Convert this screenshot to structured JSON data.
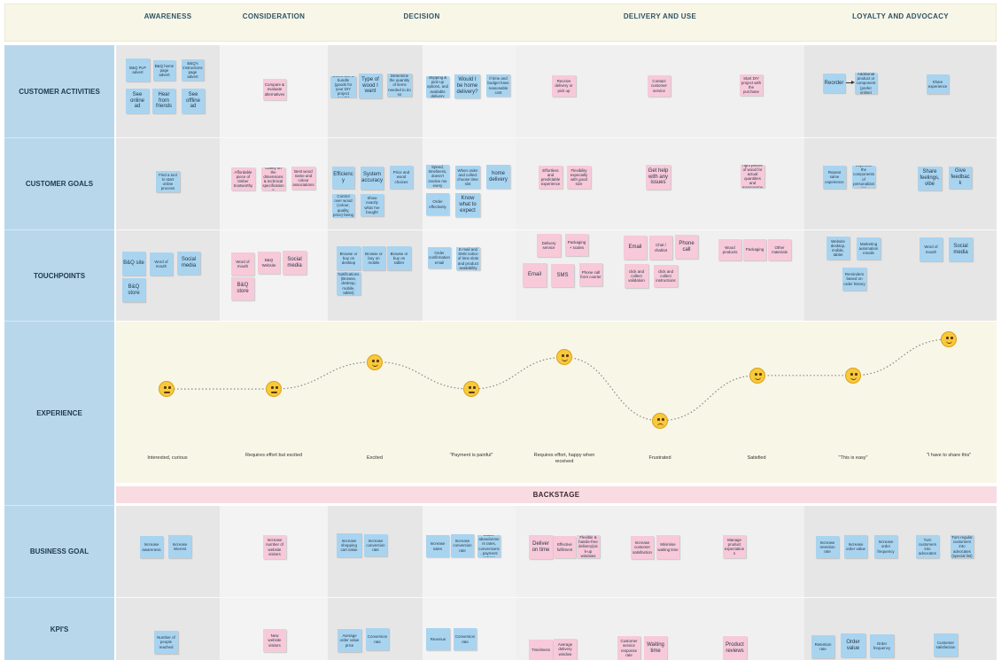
{
  "stages": [
    "AWARENESS",
    "CONSIDERATION",
    "DECISION",
    "DELIVERY AND USE",
    "LOYALTY AND ADVOCACY"
  ],
  "rows": {
    "customer_activities": "CUSTOMER ACTIVITIES",
    "customer_goals": "CUSTOMER GOALS",
    "touchpoints": "TOUCHPOINTS",
    "experience": "EXPERIENCE",
    "business_goal": "BUSINESS GOAL",
    "kpis": "KPI'S"
  },
  "backstage": "BACKSTAGE",
  "activities": {
    "awareness": [
      "B&Q PLP advert",
      "B&Q home page advert",
      "B&Q's instructions page advert",
      "See online ad",
      "Hear from friends",
      "See offline ad"
    ],
    "consideration": [
      "Compare & evaluate alternatives"
    ],
    "decision": [
      "Determine a bundle (goods for your DIY project needs)",
      "Type of wood I want",
      "Determine the quantity of items needed to do so",
      "Compare shipping & pick-up options, and available delivery slots",
      "Would I be home delivery?",
      "If time and budget have reasonable cost"
    ],
    "delivery": [
      "Receive delivery or pick up",
      "Contact customer service",
      "Start DIY project with the purchase"
    ],
    "loyalty": [
      "Reorder",
      "Additional product or component (prefer online)",
      "Share experience"
    ]
  },
  "goals": {
    "awareness": [
      "Find a tool to start online process"
    ],
    "consideration": [
      "Affordable piece of timber trustworthy",
      "Clarity on the dimensions & technical specifications",
      "Best wood name and colour associations"
    ],
    "decision": [
      "Efficiency",
      "System accuracy",
      "Price and wood choices",
      "Speed, timeliness, doesn't involve me every",
      "When order and collect choose time slot",
      "home delivery",
      "Control over wood (colour, quality, price) being",
      "Show exactly what I've bought",
      "Order effectively",
      "Know what to expect"
    ],
    "delivery": [
      "Effortless and predictable experience",
      "Flexibility especially with good size",
      "Get help with any issues",
      "Meet the right pieces of wood for actual quantities and measurements"
    ],
    "loyalty": [
      "Repeat same experience",
      "Expertise the components of personalization",
      "Share feelings, vibe",
      "Give feedback"
    ]
  },
  "touchpoints": {
    "awareness": [
      "B&Q site",
      "Word of mouth",
      "Social media",
      "B&Q store"
    ],
    "consideration": [
      "Word of mouth",
      "B&Q Website",
      "Social media",
      "B&Q store"
    ],
    "decision": [
      "Browse or buy on desktop",
      "Browse or buy on mobile",
      "Browse or buy on tablet",
      "Notifications (Browse, desktop, mobile, tablet)",
      "Order confirmation email",
      "E-mail and SMS notice of time slots and product availability"
    ],
    "delivery": [
      "Delivery service",
      "Packaging + scales",
      "Email",
      "SMS",
      "Phone call from courier",
      "Email",
      "Chat / chatbot",
      "Phone call",
      "click and collect validation",
      "click and collect instructions",
      "Wood products",
      "Packaging",
      "Other materials"
    ],
    "loyalty": [
      "Website desktop, mobile, tablet",
      "Marketing automation emails",
      "Reminders based on order history",
      "Word of mouth",
      "Social media"
    ]
  },
  "experience": {
    "labels": [
      "Interested, curious",
      "Requires effort but excited",
      "Excited",
      "\"Payment is painful\"",
      "Requires effort, happy when received",
      "Frustrated",
      "Satisfied",
      "\"This is easy\"",
      "\"I have to share this\""
    ],
    "levels": [
      0.45,
      0.45,
      0.75,
      0.45,
      0.8,
      0.1,
      0.6,
      0.6,
      1.0
    ],
    "moods": [
      "neutral",
      "neutral",
      "happy",
      "neutral",
      "happy",
      "sad",
      "happy",
      "happy",
      "happy"
    ],
    "colors": {
      "face": "#f8c93b",
      "line": "#888888"
    }
  },
  "business_goals": {
    "awareness": [
      "Increase awareness",
      "Increase interest"
    ],
    "consideration": [
      "Increase number of website visitors"
    ],
    "decision": [
      "Increase shopping cart value",
      "Increase conversion rate",
      "Increase sales",
      "Increase conversion rate",
      "Lower abandonment rates, conversions, payment options"
    ],
    "delivery": [
      "Deliver on time",
      "Effective fulfilment",
      "Flexible & hassle-free delivery/pick-up windows",
      "Increase customer satisfaction",
      "Minimise waiting time",
      "Manage product expectations"
    ],
    "loyalty": [
      "Increase retention rate",
      "Increase order value",
      "Increase order frequency",
      "Turn customers into advocates",
      "Turn regular customers into advocates (special list)"
    ]
  },
  "kpis": {
    "awareness": [
      "Number of people reached"
    ],
    "consideration": [
      "New website visitors"
    ],
    "decision": [
      "Average order value price",
      "Conversion rate",
      "Revenue",
      "Conversion rate"
    ],
    "delivery": [
      "Timeliness",
      "Average delivery window",
      "Customer service response rate",
      "Waiting time",
      "Product reviews"
    ],
    "loyalty": [
      "Retention rate",
      "Order value",
      "Order frequency",
      "Customer satisfaction"
    ]
  },
  "colors": {
    "blue_note": "#a9d4f0",
    "pink_note": "#f7c9d9",
    "label_col": "#b8d7eb",
    "header": "#f8f6e7"
  }
}
